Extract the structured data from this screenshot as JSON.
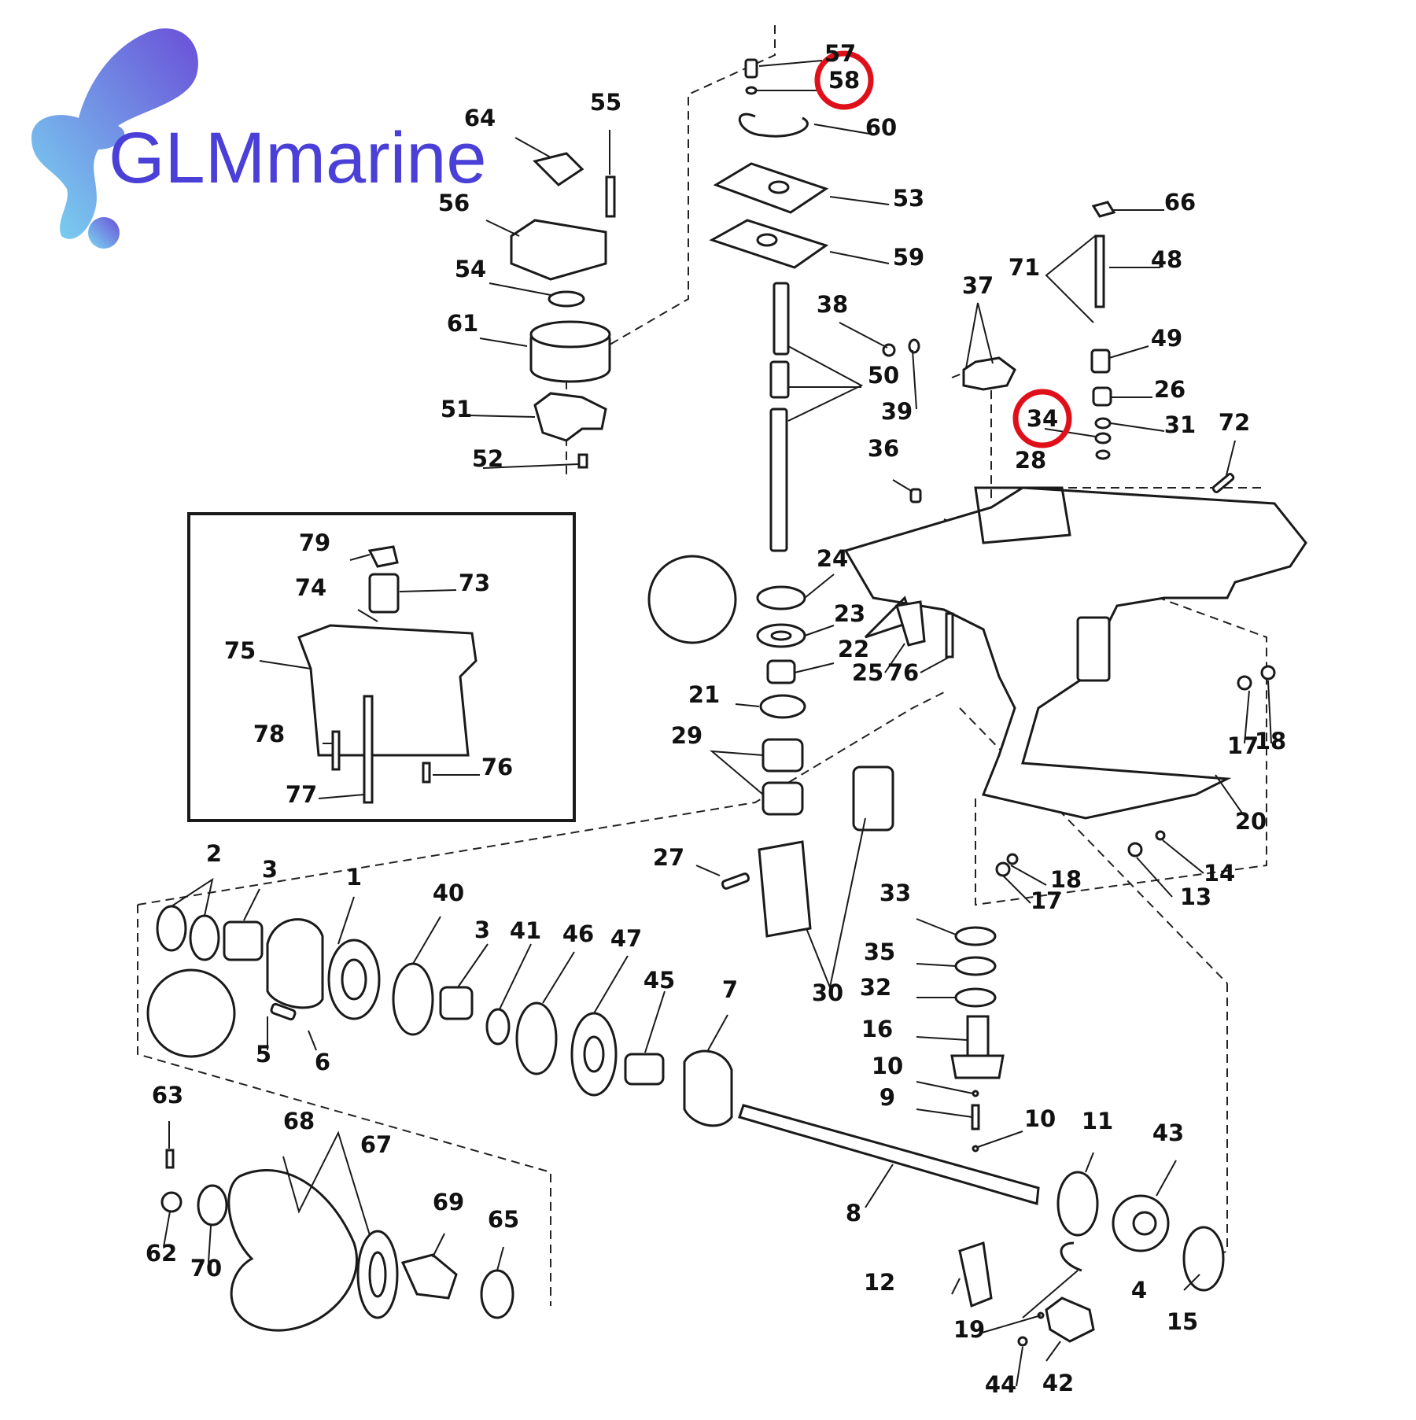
{
  "brand": {
    "name": "GLMmarine",
    "text_color": "#4a3fd6",
    "logo_gradient": [
      "#7ad8f2",
      "#6a4fd8"
    ]
  },
  "highlight_color": "#e0101a",
  "highlighted_parts": [
    "58",
    "34"
  ],
  "callouts": [
    "57",
    "58",
    "60",
    "53",
    "59",
    "64",
    "55",
    "56",
    "54",
    "61",
    "51",
    "52",
    "50",
    "38",
    "39",
    "36",
    "37",
    "66",
    "71",
    "48",
    "49",
    "26",
    "34",
    "31",
    "28",
    "72",
    "24",
    "23",
    "22",
    "21",
    "29",
    "25",
    "76",
    "17",
    "18",
    "20",
    "79",
    "73",
    "74",
    "75",
    "78",
    "77",
    "27",
    "30",
    "14",
    "13",
    "33",
    "35",
    "32",
    "16",
    "10",
    "9",
    "2",
    "3",
    "1",
    "40",
    "41",
    "46",
    "47",
    "45",
    "7",
    "5",
    "6",
    "8",
    "11",
    "43",
    "63",
    "68",
    "67",
    "69",
    "65",
    "62",
    "70",
    "12",
    "4",
    "19",
    "42",
    "44",
    "15"
  ]
}
